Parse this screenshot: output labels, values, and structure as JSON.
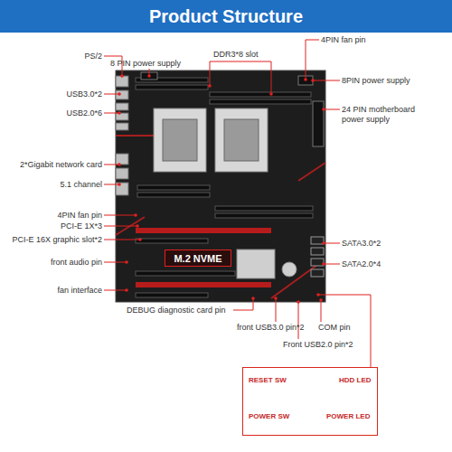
{
  "diagram": {
    "title": "Product Structure",
    "nodes": [
      {
        "text": [
          "M.2 NVME"
        ]
      },
      {
        "text": [
          "RESET SW",
          "HDD LED",
          "POWER SW",
          "POWER LED"
        ]
      }
    ],
    "labels": [
      "PS/2",
      "USB3.0*2",
      "USB2.0*6",
      "2*Gigabit network card",
      "5.1 channel",
      "4PIN fan pin",
      "PCI-E 1X*3",
      "PCI-E 16X graphic slot*2",
      "front audio pin",
      "fan interface",
      "8 PIN power supply",
      "DDR3*8 slot",
      "4PIN fan pin",
      "8PIN power supply",
      "24 PIN motherboard power supply",
      "SATA3.0*2",
      "SATA2.0*4",
      "DEBUG diagnostic card pin",
      "front USB3.0 pin*2",
      "COM pin",
      "Front USB2.0 pin*2"
    ]
  }
}
